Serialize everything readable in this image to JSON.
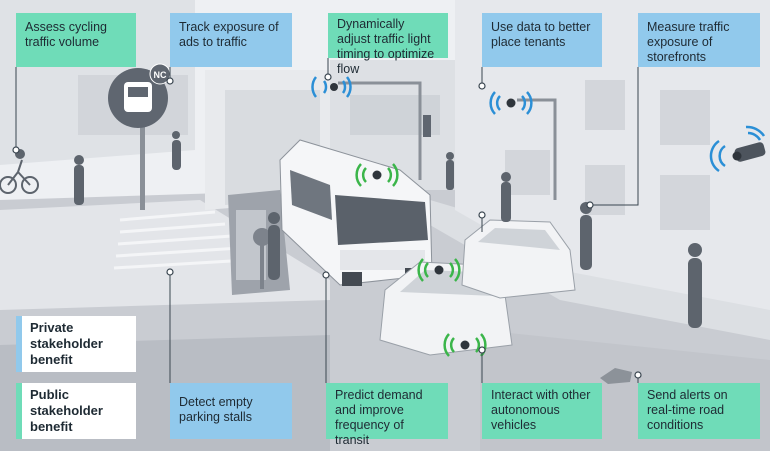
{
  "labels": {
    "assess_cycling": "Assess cycling traffic volume",
    "track_ads": "Track exposure of ads to traffic",
    "traffic_light": "Dynamically adjust traffic light timing to optimize flow",
    "place_tenants": "Use data to better place tenants",
    "storefronts": "Measure traffic exposure of storefronts",
    "parking": "Detect empty parking stalls",
    "predict_demand": "Predict demand and improve frequency of transit",
    "autonomous": "Interact with other autonomous vehicles",
    "alerts": "Send alerts on real-time road conditions"
  },
  "legend": {
    "private": "Private stakeholder benefit",
    "public": "Public stakeholder benefit"
  },
  "signs": {
    "stop_letters": "NC"
  },
  "colors": {
    "public": "#6fdcb8",
    "private": "#91c9ec",
    "sensor_green": "#3bb54a",
    "sensor_blue": "#2b8fd6"
  }
}
